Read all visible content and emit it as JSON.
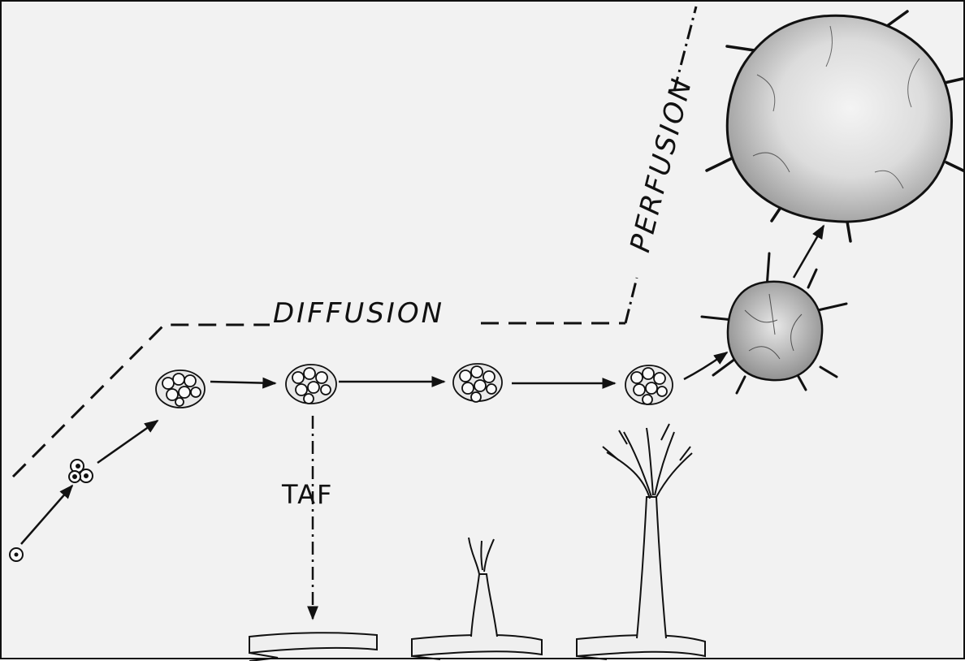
{
  "labels": {
    "diffusion": "DIFFUSION",
    "perfusion": "PERFUSION",
    "taf": "TAF"
  },
  "colors": {
    "ink": "#111111",
    "paper": "#f2f2f2"
  }
}
